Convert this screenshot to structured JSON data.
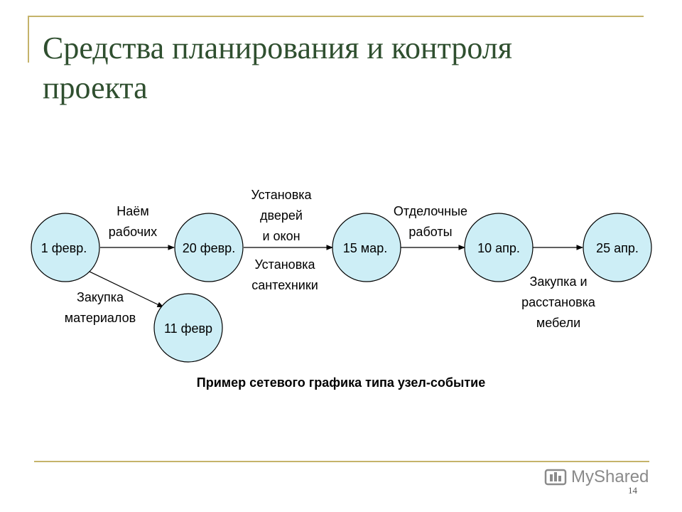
{
  "slide": {
    "title_line1": "Средства планирования и контроля",
    "title_line2": "проекта",
    "caption": "Пример сетевого графика типа узел-событие",
    "page_number": "14",
    "watermark": "MyShared"
  },
  "diagram": {
    "nodes": [
      {
        "id": "n1",
        "label": "1 февр."
      },
      {
        "id": "n2",
        "label": "20 февр."
      },
      {
        "id": "n3",
        "label": "15 мар."
      },
      {
        "id": "n4",
        "label": "10 апр."
      },
      {
        "id": "n5",
        "label": "25 апр."
      },
      {
        "id": "n6",
        "label": "11 февр"
      }
    ],
    "edges": [
      {
        "from": "n1",
        "to": "n2",
        "labels": [
          [
            "Наём",
            "рабочих"
          ]
        ]
      },
      {
        "from": "n2",
        "to": "n3",
        "labels": [
          [
            "Установка",
            "дверей",
            "и окон"
          ],
          [
            "Установка",
            "сантехники"
          ]
        ]
      },
      {
        "from": "n3",
        "to": "n4",
        "labels": [
          [
            "Отделочные",
            "работы"
          ]
        ]
      },
      {
        "from": "n4",
        "to": "n5",
        "labels": [
          [
            "Закупка и",
            "расстановка",
            "мебели"
          ]
        ]
      },
      {
        "from": "n1",
        "to": "n6",
        "labels": [
          [
            "Закупка",
            "материалов"
          ]
        ]
      }
    ]
  },
  "colors": {
    "node_fill": "#cdeef6",
    "title": "#2f4f2f",
    "frame": "#c5b36a"
  }
}
